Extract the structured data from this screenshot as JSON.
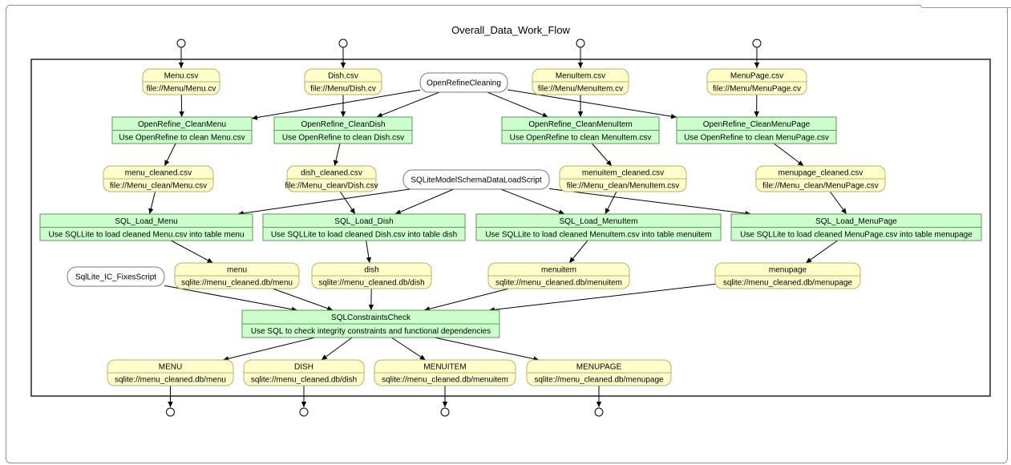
{
  "title": "Overall_Data_Work_Flow",
  "colors": {
    "data_fill": "#ffffcc",
    "data_stroke": "#b8b06a",
    "step_fill": "#ccffcc",
    "step_stroke": "#5a9a5a",
    "script_fill": "#ffffff",
    "script_stroke": "#7a7a7a",
    "edge": "#000000"
  },
  "nodes": [
    {
      "id": "menu_csv",
      "kind": "data",
      "label": "Menu.csv",
      "sub": "file://Menu/Menu.cv"
    },
    {
      "id": "dish_csv",
      "kind": "data",
      "label": "Dish.csv",
      "sub": "file://Menu/Dish.cv"
    },
    {
      "id": "menuitem_csv",
      "kind": "data",
      "label": "MenuItem.csv",
      "sub": "file://Menu/MenuItem.cv"
    },
    {
      "id": "menupage_csv",
      "kind": "data",
      "label": "MenuPage.csv",
      "sub": "file://Menu/MenuPage.cv"
    },
    {
      "id": "openrefine_cleaning",
      "kind": "script",
      "label": "OpenRefineCleaning"
    },
    {
      "id": "clean_menu",
      "kind": "step",
      "label": "OpenRefine_CleanMenu",
      "sub": "Use OpenRefine to clean Menu.csv"
    },
    {
      "id": "clean_dish",
      "kind": "step",
      "label": "OpenRefine_CleanDish",
      "sub": "Use OpenRefine to clean Dish.csv"
    },
    {
      "id": "clean_menuitem",
      "kind": "step",
      "label": "OpenRefine_CleanMenuItem",
      "sub": "Use OpenRefine to clean MenuItem.csv"
    },
    {
      "id": "clean_menupage",
      "kind": "step",
      "label": "OpenRefine_CleanMenuPage",
      "sub": "Use OpenRefine to clean MenuPage.csv"
    },
    {
      "id": "menu_cleaned",
      "kind": "data",
      "label": "menu_cleaned.csv",
      "sub": "file://Menu_clean/Menu.csv"
    },
    {
      "id": "dish_cleaned",
      "kind": "data",
      "label": "dish_cleaned.csv",
      "sub": "file://Menu_clean/Dish.csv"
    },
    {
      "id": "sqlite_script",
      "kind": "script",
      "label": "SQLiteModelSchemaDataLoadScript"
    },
    {
      "id": "menuitem_cleaned",
      "kind": "data",
      "label": "menuitem_cleaned.csv",
      "sub": "file://Menu_clean/MenuItem.csv"
    },
    {
      "id": "menupage_cleaned",
      "kind": "data",
      "label": "menupage_cleaned.csv",
      "sub": "file://Menu_clean/MenuPage.csv"
    },
    {
      "id": "load_menu",
      "kind": "step",
      "label": "SQL_Load_Menu",
      "sub": "Use SQLLite to load cleaned Menu.csv into table menu"
    },
    {
      "id": "load_dish",
      "kind": "step",
      "label": "SQL_Load_Dish",
      "sub": "Use SQLLite to load cleaned Dish.csv into table dish"
    },
    {
      "id": "load_menuitem",
      "kind": "step",
      "label": "SQL_Load_MenuItem",
      "sub": "Use SQLLite to load cleaned MenuItem.csv into table menuitem"
    },
    {
      "id": "load_menupage",
      "kind": "step",
      "label": "SQL_Load_MenuPage",
      "sub": "Use SQLLite to load cleaned MenuPage.csv into table menupage"
    },
    {
      "id": "ic_fixes",
      "kind": "script",
      "label": "SqlLite_IC_FixesScript"
    },
    {
      "id": "menu_db",
      "kind": "data",
      "label": "menu",
      "sub": "sqlite://menu_cleaned.db/menu"
    },
    {
      "id": "dish_db",
      "kind": "data",
      "label": "dish",
      "sub": "sqlite://menu_cleaned.db/dish"
    },
    {
      "id": "menuitem_db",
      "kind": "data",
      "label": "menuitem",
      "sub": "sqlite://menu_cleaned.db/menuitem"
    },
    {
      "id": "menupage_db",
      "kind": "data",
      "label": "menupage",
      "sub": "sqlite://menu_cleaned.db/menupage"
    },
    {
      "id": "constraints_check",
      "kind": "step",
      "label": "SQLConstraintsCheck",
      "sub": "Use SQL to check integrity constraints and functional dependencies"
    },
    {
      "id": "MENU",
      "kind": "data",
      "label": "MENU",
      "sub": "sqlite://menu_cleaned.db/menu"
    },
    {
      "id": "DISH",
      "kind": "data",
      "label": "DISH",
      "sub": "sqlite://menu_cleaned.db/dish"
    },
    {
      "id": "MENUITEM",
      "kind": "data",
      "label": "MENUITEM",
      "sub": "sqlite://menu_cleaned.db/menuitem"
    },
    {
      "id": "MENUPAGE",
      "kind": "data",
      "label": "MENUPAGE",
      "sub": "sqlite://menu_cleaned.db/menupage"
    }
  ],
  "edges": [
    [
      "menu_csv",
      "clean_menu"
    ],
    [
      "dish_csv",
      "clean_dish"
    ],
    [
      "menuitem_csv",
      "clean_menuitem"
    ],
    [
      "menupage_csv",
      "clean_menupage"
    ],
    [
      "openrefine_cleaning",
      "clean_menu"
    ],
    [
      "openrefine_cleaning",
      "clean_dish"
    ],
    [
      "openrefine_cleaning",
      "clean_menuitem"
    ],
    [
      "openrefine_cleaning",
      "clean_menupage"
    ],
    [
      "clean_menu",
      "menu_cleaned"
    ],
    [
      "clean_dish",
      "dish_cleaned"
    ],
    [
      "clean_menuitem",
      "menuitem_cleaned"
    ],
    [
      "clean_menupage",
      "menupage_cleaned"
    ],
    [
      "menu_cleaned",
      "load_menu"
    ],
    [
      "dish_cleaned",
      "load_dish"
    ],
    [
      "menuitem_cleaned",
      "load_menuitem"
    ],
    [
      "menupage_cleaned",
      "load_menupage"
    ],
    [
      "sqlite_script",
      "load_menu"
    ],
    [
      "sqlite_script",
      "load_dish"
    ],
    [
      "sqlite_script",
      "load_menuitem"
    ],
    [
      "sqlite_script",
      "load_menupage"
    ],
    [
      "load_menu",
      "menu_db"
    ],
    [
      "load_dish",
      "dish_db"
    ],
    [
      "load_menuitem",
      "menuitem_db"
    ],
    [
      "load_menupage",
      "menupage_db"
    ],
    [
      "ic_fixes",
      "constraints_check"
    ],
    [
      "menu_db",
      "constraints_check"
    ],
    [
      "dish_db",
      "constraints_check"
    ],
    [
      "menuitem_db",
      "constraints_check"
    ],
    [
      "menupage_db",
      "constraints_check"
    ],
    [
      "constraints_check",
      "MENU"
    ],
    [
      "constraints_check",
      "DISH"
    ],
    [
      "constraints_check",
      "MENUITEM"
    ],
    [
      "constraints_check",
      "MENUPAGE"
    ]
  ],
  "input_ports": [
    "menu_csv",
    "dish_csv",
    "menuitem_csv",
    "menupage_csv"
  ],
  "output_ports": [
    "MENU",
    "DISH",
    "MENUITEM",
    "MENUPAGE"
  ]
}
